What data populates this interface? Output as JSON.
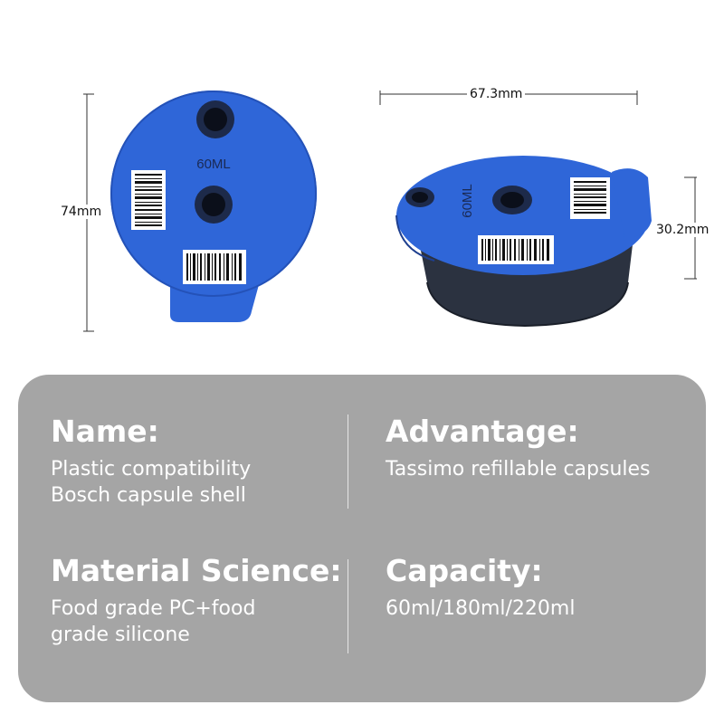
{
  "dimensions": {
    "height_left": "74mm",
    "width_right": "67.3mm",
    "height_right": "30.2mm"
  },
  "product": {
    "lid_label": "60ML",
    "lid_color": "#2f66d8",
    "cup_color": "#2b3240"
  },
  "specs": {
    "name": {
      "heading": "Name:",
      "lines": [
        "Plastic compatibility",
        "Bosch capsule shell"
      ]
    },
    "advantage": {
      "heading": "Advantage:",
      "lines": [
        "Tassimo refillable capsules"
      ]
    },
    "material": {
      "heading": "Material Science:",
      "lines": [
        "Food grade PC+food",
        "grade silicone"
      ]
    },
    "capacity": {
      "heading": "Capacity:",
      "lines": [
        "60ml/180ml/220ml"
      ]
    }
  }
}
